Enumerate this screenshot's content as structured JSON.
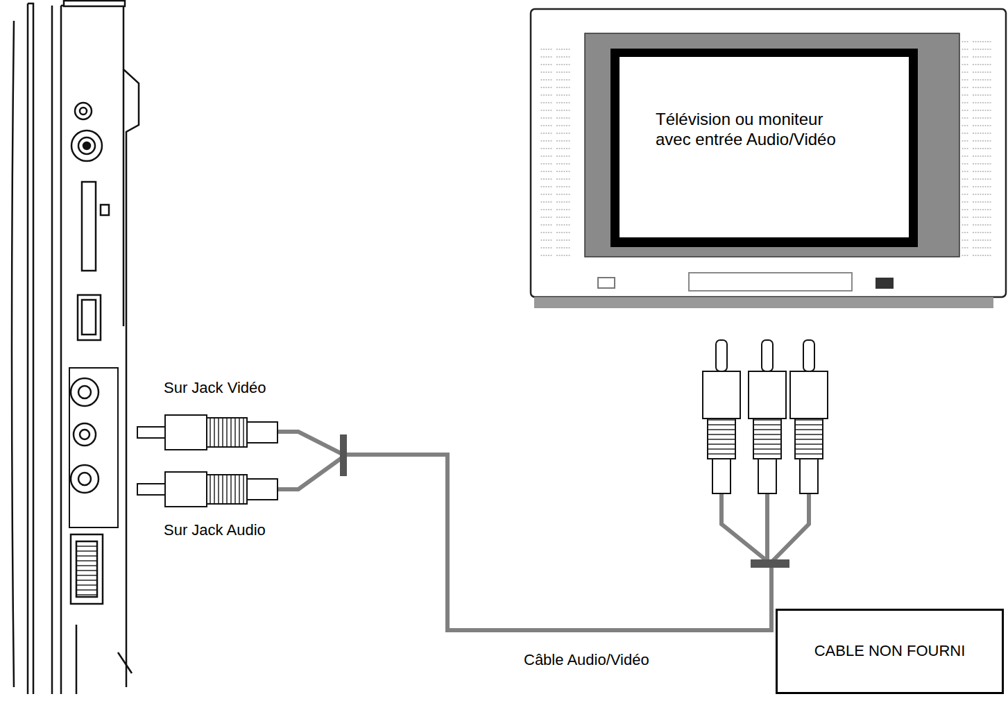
{
  "diagram": {
    "nodes": [
      {
        "text": [
          "Télévision ou moniteur avec entrée Audio/Vidéo"
        ]
      },
      {
        "text": [
          "CABLE NON FOURNI"
        ]
      }
    ],
    "labels": [
      "Sur Jack Vidéo",
      "Sur Jack Audio",
      "Câble Audio/Vidéo"
    ]
  }
}
